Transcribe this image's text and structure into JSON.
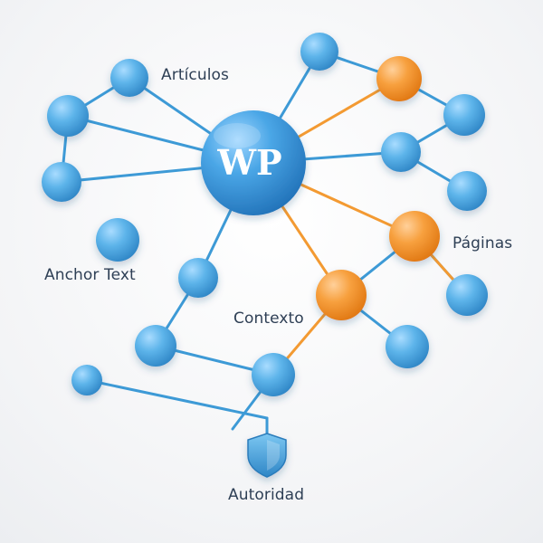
{
  "hub": {
    "label": "WP"
  },
  "labels": {
    "articulos": "Artículos",
    "anchor_text": "Anchor Text",
    "paginas": "Páginas",
    "contexto": "Contexto",
    "autoridad": "Autoridad"
  },
  "colors": {
    "blue_node": "#4ea8e0",
    "orange_node": "#f4922e",
    "blue_link": "#3d9ad6",
    "orange_link": "#f39a32",
    "text": "#2e3f55"
  }
}
